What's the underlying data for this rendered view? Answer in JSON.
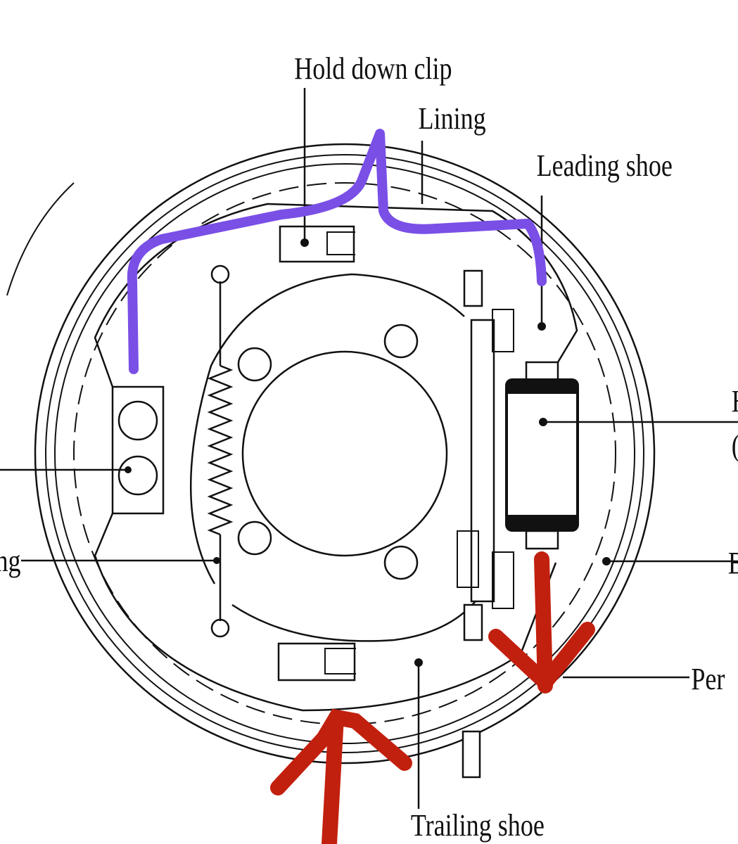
{
  "labels": {
    "hold_down_clip": "Hold down clip",
    "lining": "Lining",
    "leading_shoe": "Leading shoe",
    "trailing_shoe": "Trailing shoe",
    "right_top_line1": "H",
    "right_top_line2": "(",
    "right_middle": "B",
    "right_bottom": "Per",
    "left_spring": "ng"
  },
  "colors": {
    "annotation_purple": "#7a4fe6",
    "annotation_red": "#c2200e",
    "line": "#111111"
  }
}
